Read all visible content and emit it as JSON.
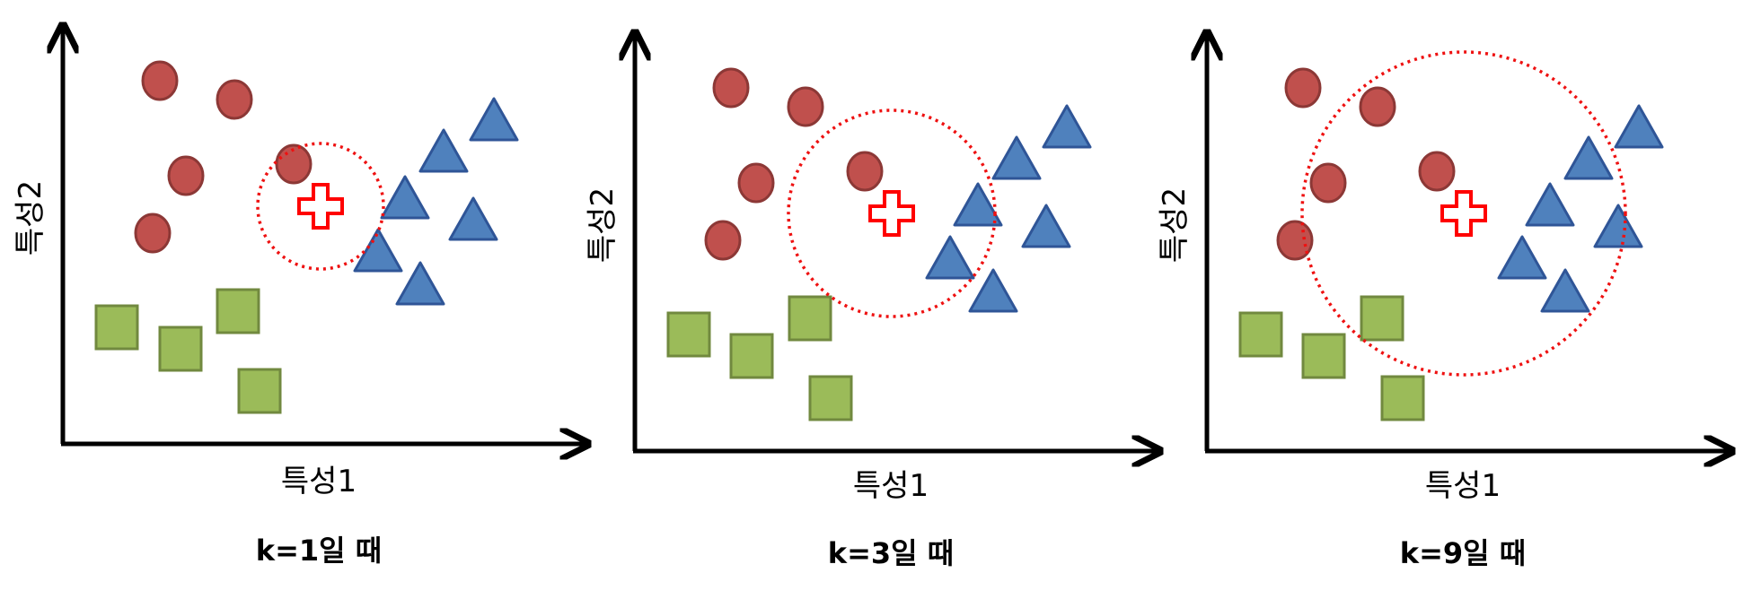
{
  "colors": {
    "circle_fill": "#c0504d",
    "circle_stroke": "#8c3836",
    "triangle_fill": "#4f81bd",
    "triangle_stroke": "#2f5597",
    "square_fill": "#9bbb59",
    "square_stroke": "#71893f",
    "query_stroke": "#ff0000",
    "neighborhood_stroke": "#ee1111",
    "axis": "#000000"
  },
  "icons": {
    "class_a": "red-circle-icon",
    "class_b": "blue-triangle-icon",
    "class_c": "green-square-icon",
    "query": "red-cross-icon"
  },
  "panels": [
    {
      "id": "k1",
      "caption": "k=1일 때",
      "xlabel": "특성1",
      "ylabel": "특성2",
      "k": 1
    },
    {
      "id": "k3",
      "caption": "k=3일 때",
      "xlabel": "특성1",
      "ylabel": "특성2",
      "k": 3
    },
    {
      "id": "k9",
      "caption": "k=9일 때",
      "xlabel": "특성1",
      "ylabel": "특성2",
      "k": 9
    }
  ]
}
